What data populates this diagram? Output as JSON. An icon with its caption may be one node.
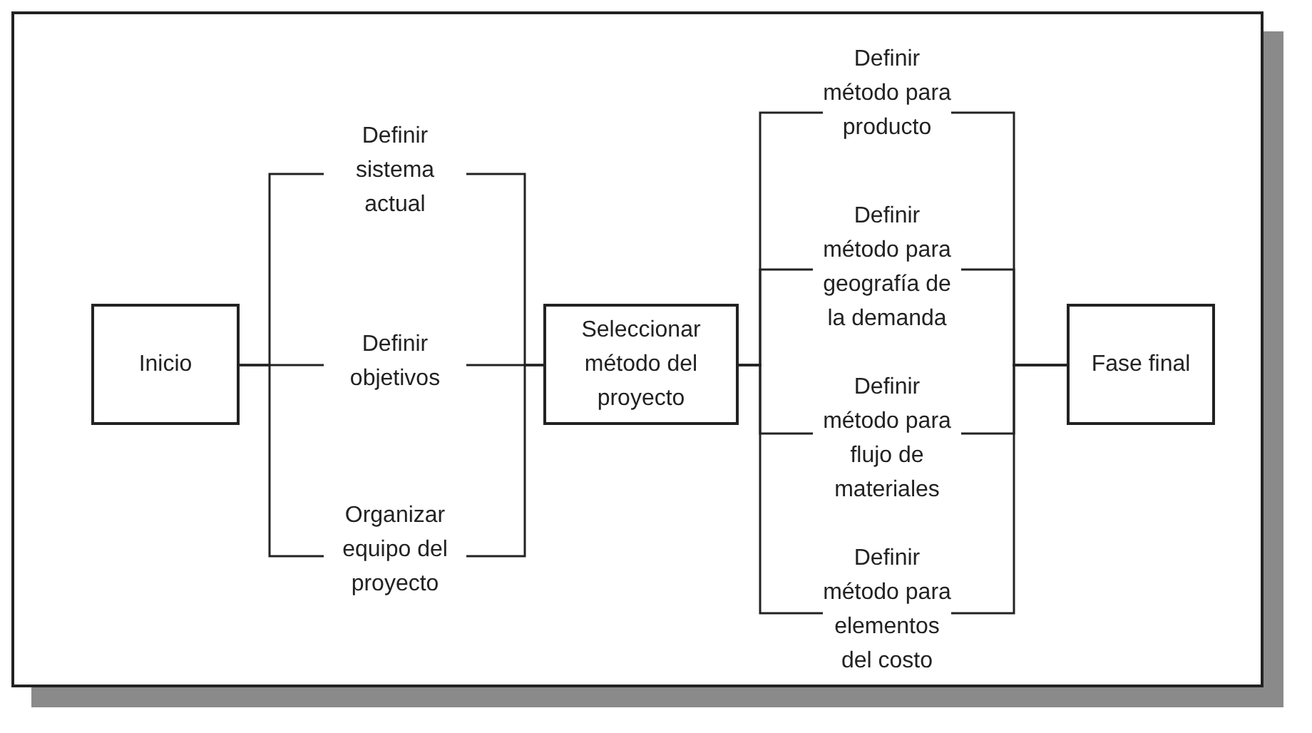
{
  "diagram": {
    "nodes": [
      {
        "text": [
          "Inicio"
        ]
      },
      {
        "text": [
          "Definir sistema actual"
        ]
      },
      {
        "text": [
          "Definir objetivos"
        ]
      },
      {
        "text": [
          "Organizar equipo del proyecto"
        ]
      },
      {
        "text": [
          "Seleccionar método del proyecto"
        ]
      },
      {
        "text": [
          "Definir método para producto"
        ]
      },
      {
        "text": [
          "Definir método para geografía de la demanda"
        ]
      },
      {
        "text": [
          "Definir método para flujo de materiales"
        ]
      },
      {
        "text": [
          "Definir método para elementos del costo"
        ]
      },
      {
        "text": [
          "Fase final"
        ]
      }
    ],
    "edges": [
      {
        "from": 0,
        "to": 1,
        "arrow": "none"
      },
      {
        "from": 0,
        "to": 2,
        "arrow": "none"
      },
      {
        "from": 0,
        "to": 3,
        "arrow": "none"
      },
      {
        "from": 1,
        "to": 4,
        "arrow": "none"
      },
      {
        "from": 2,
        "to": 4,
        "arrow": "none"
      },
      {
        "from": 3,
        "to": 4,
        "arrow": "none"
      },
      {
        "from": 4,
        "to": 5,
        "arrow": "none"
      },
      {
        "from": 4,
        "to": 6,
        "arrow": "none"
      },
      {
        "from": 4,
        "to": 7,
        "arrow": "none"
      },
      {
        "from": 4,
        "to": 8,
        "arrow": "none"
      },
      {
        "from": 5,
        "to": 9,
        "arrow": "none"
      },
      {
        "from": 6,
        "to": 9,
        "arrow": "none"
      },
      {
        "from": 7,
        "to": 9,
        "arrow": "none"
      },
      {
        "from": 8,
        "to": 9,
        "arrow": "none"
      }
    ]
  }
}
